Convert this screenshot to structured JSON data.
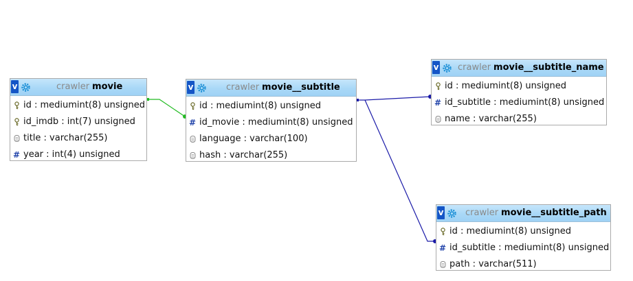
{
  "tables": {
    "movie": {
      "db": "crawler",
      "name": "movie",
      "columns": [
        {
          "text": "id : mediumint(8) unsigned",
          "icon": "key-icon"
        },
        {
          "text": "id_imdb : int(7) unsigned",
          "icon": "key-icon"
        },
        {
          "text": "title : varchar(255)",
          "icon": "text-column-icon"
        },
        {
          "text": "year : int(4) unsigned",
          "icon": "hash-icon"
        }
      ]
    },
    "movie_subtitle": {
      "db": "crawler",
      "name": "movie__subtitle",
      "columns": [
        {
          "text": "id : mediumint(8) unsigned",
          "icon": "key-icon"
        },
        {
          "text": "id_movie : mediumint(8) unsigned",
          "icon": "hash-icon"
        },
        {
          "text": "language : varchar(100)",
          "icon": "text-column-icon"
        },
        {
          "text": "hash : varchar(255)",
          "icon": "text-column-icon"
        }
      ]
    },
    "movie_subtitle_name": {
      "db": "crawler",
      "name": "movie__subtitle_name",
      "columns": [
        {
          "text": "id : mediumint(8) unsigned",
          "icon": "key-icon"
        },
        {
          "text": "id_subtitle : mediumint(8) unsigned",
          "icon": "hash-icon"
        },
        {
          "text": "name : varchar(255)",
          "icon": "text-column-icon"
        }
      ]
    },
    "movie_subtitle_path": {
      "db": "crawler",
      "name": "movie__subtitle_path",
      "columns": [
        {
          "text": "id : mediumint(8) unsigned",
          "icon": "key-icon"
        },
        {
          "text": "id_subtitle : mediumint(8) unsigned",
          "icon": "hash-icon"
        },
        {
          "text": "path : varchar(511)",
          "icon": "text-column-icon"
        }
      ]
    }
  },
  "header_toggle_label": "v",
  "relations": [
    {
      "from": "movie.id",
      "to": "movie__subtitle.id_movie",
      "color": "#22bb22"
    },
    {
      "from": "movie__subtitle.id",
      "to": "movie__subtitle_name.id_subtitle",
      "color": "#1a1aa8"
    },
    {
      "from": "movie__subtitle.id",
      "to": "movie__subtitle_path.id_subtitle",
      "color": "#1a1aa8"
    }
  ]
}
